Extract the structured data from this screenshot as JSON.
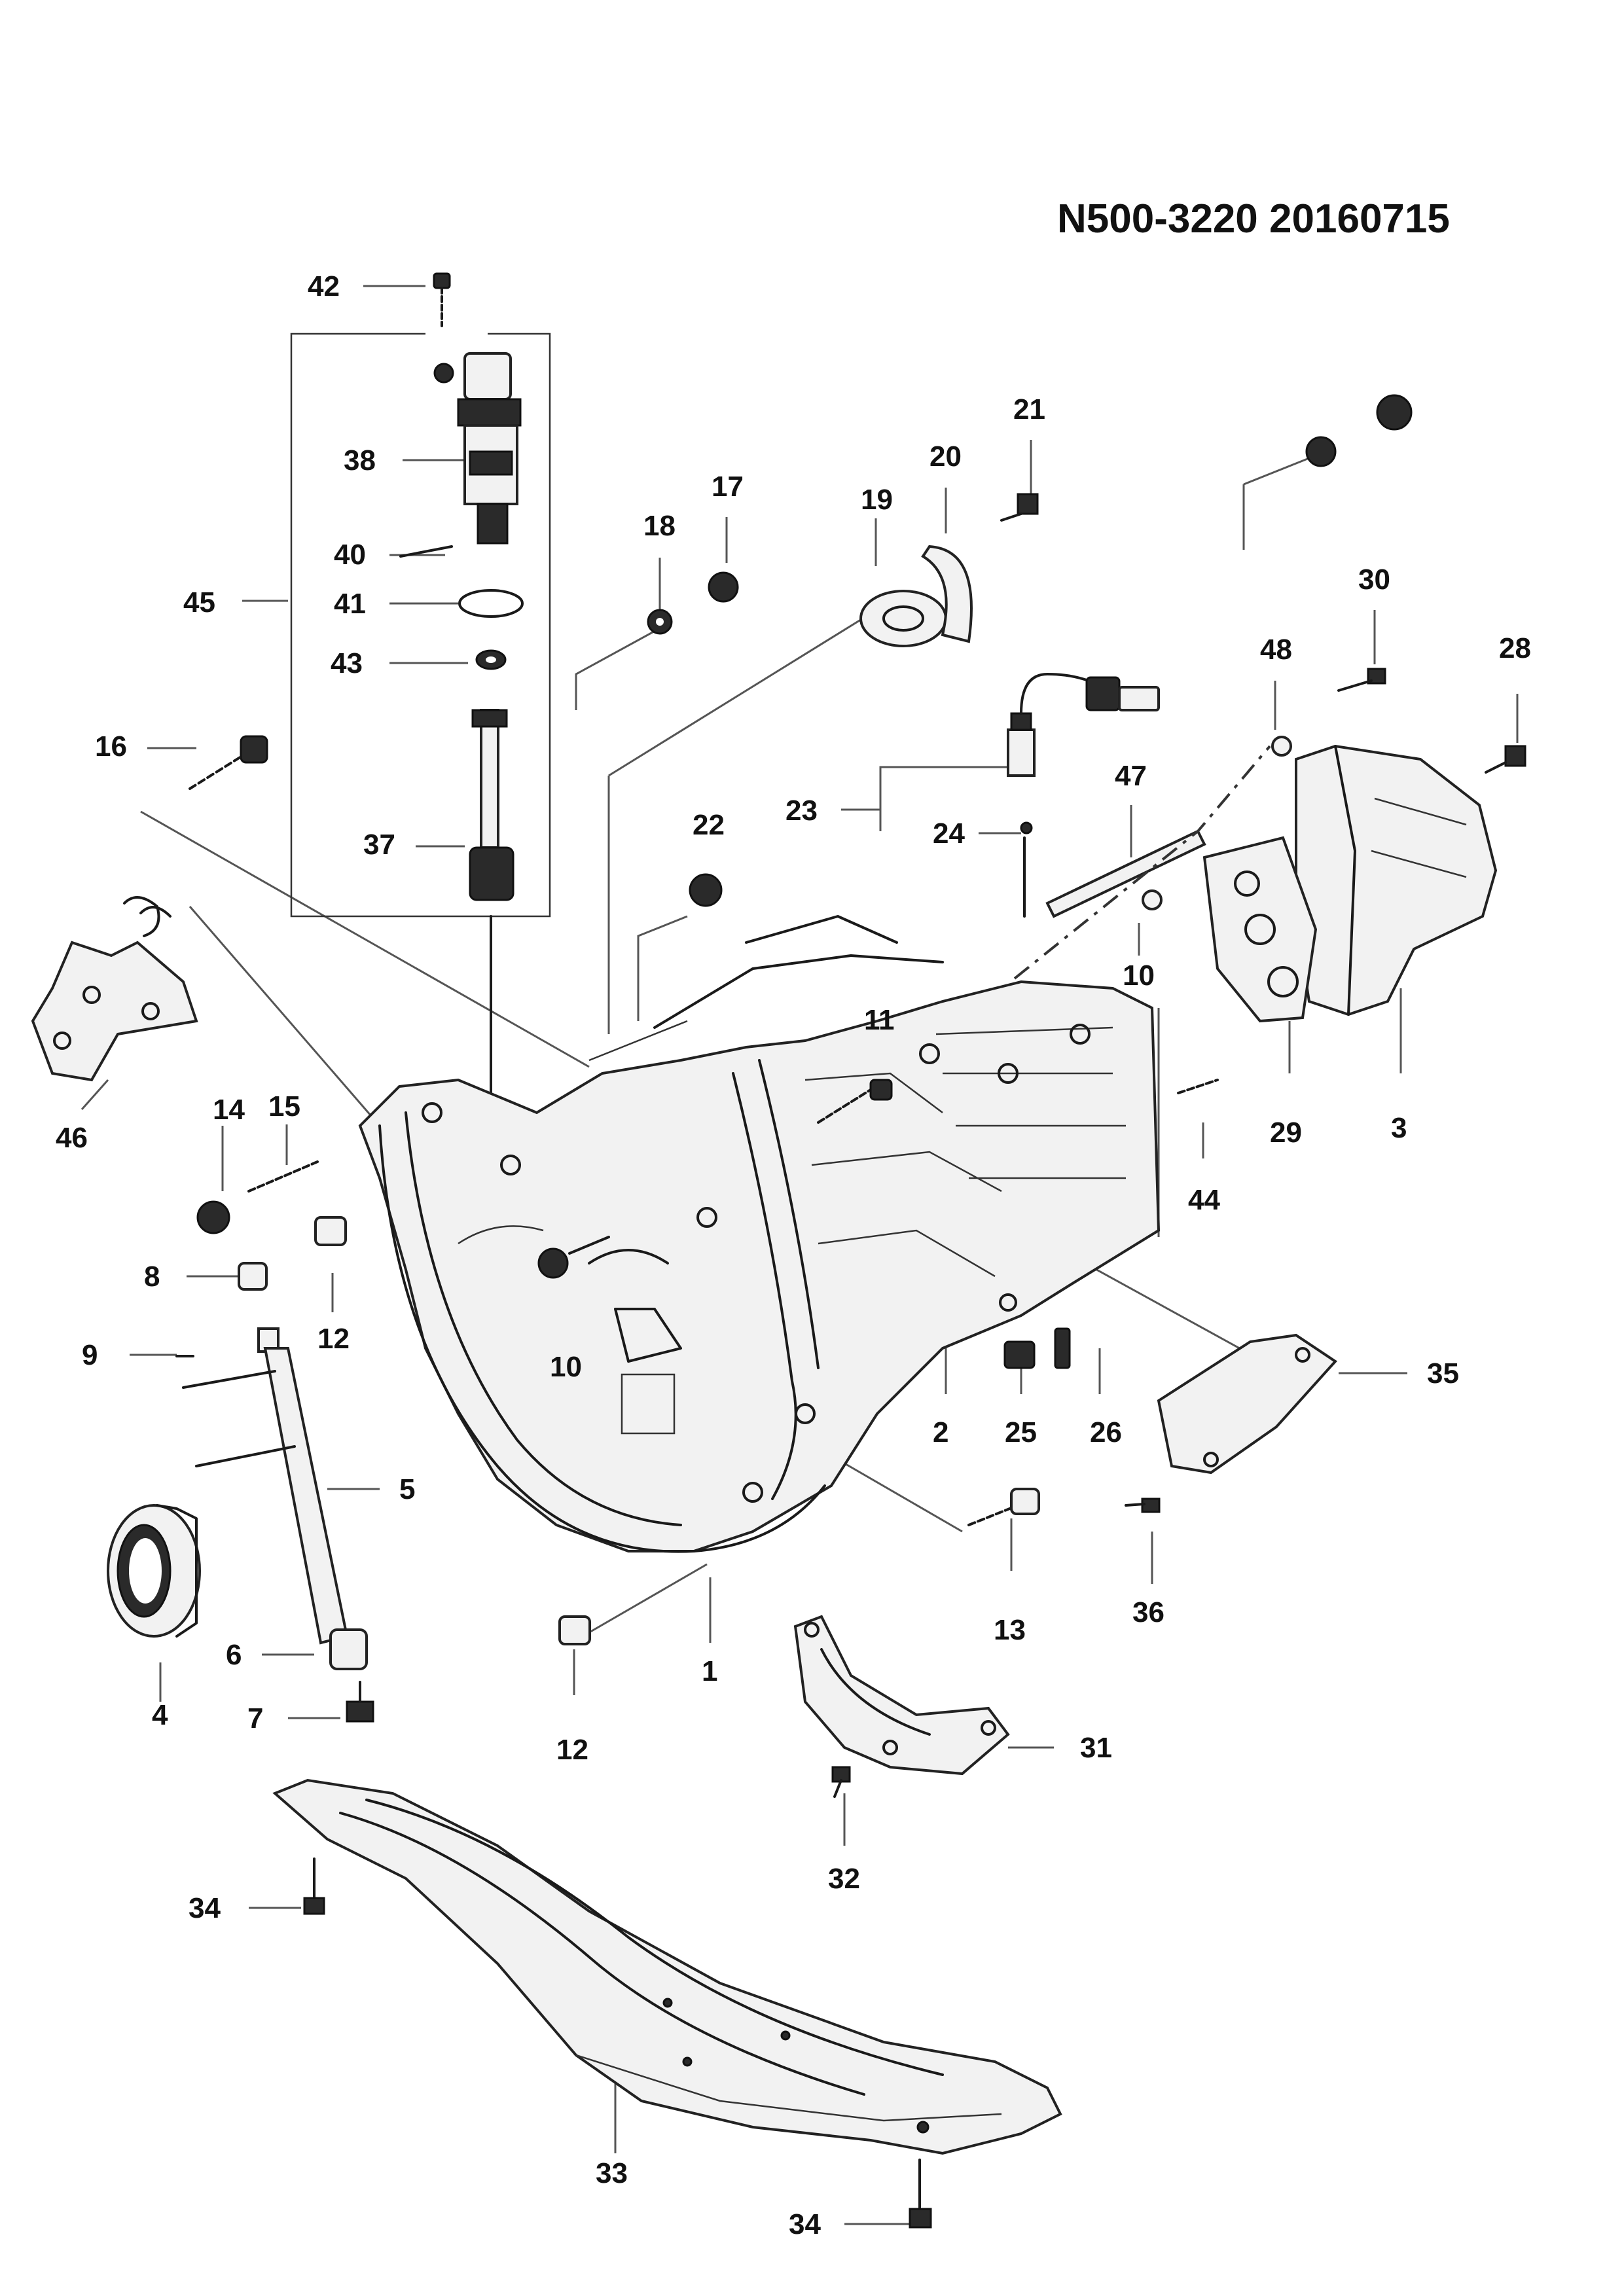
{
  "document_code": "N500-3220  20160715",
  "callouts": [
    {
      "label": "42"
    },
    {
      "label": "38"
    },
    {
      "label": "40"
    },
    {
      "label": "41"
    },
    {
      "label": "45"
    },
    {
      "label": "43"
    },
    {
      "label": "16"
    },
    {
      "label": "37"
    },
    {
      "label": "18"
    },
    {
      "label": "17"
    },
    {
      "label": "19"
    },
    {
      "label": "20"
    },
    {
      "label": "21"
    },
    {
      "label": "30"
    },
    {
      "label": "28"
    },
    {
      "label": "48"
    },
    {
      "label": "47"
    },
    {
      "label": "23"
    },
    {
      "label": "24"
    },
    {
      "label": "22"
    },
    {
      "label": "10"
    },
    {
      "label": "11"
    },
    {
      "label": "46"
    },
    {
      "label": "14"
    },
    {
      "label": "15"
    },
    {
      "label": "29"
    },
    {
      "label": "3"
    },
    {
      "label": "44"
    },
    {
      "label": "8"
    },
    {
      "label": "12"
    },
    {
      "label": "9"
    },
    {
      "label": "10"
    },
    {
      "label": "35"
    },
    {
      "label": "2"
    },
    {
      "label": "25"
    },
    {
      "label": "26"
    },
    {
      "label": "5"
    },
    {
      "label": "36"
    },
    {
      "label": "13"
    },
    {
      "label": "6"
    },
    {
      "label": "1"
    },
    {
      "label": "4"
    },
    {
      "label": "7"
    },
    {
      "label": "12"
    },
    {
      "label": "31"
    },
    {
      "label": "32"
    },
    {
      "label": "34"
    },
    {
      "label": "33"
    },
    {
      "label": "34"
    }
  ]
}
